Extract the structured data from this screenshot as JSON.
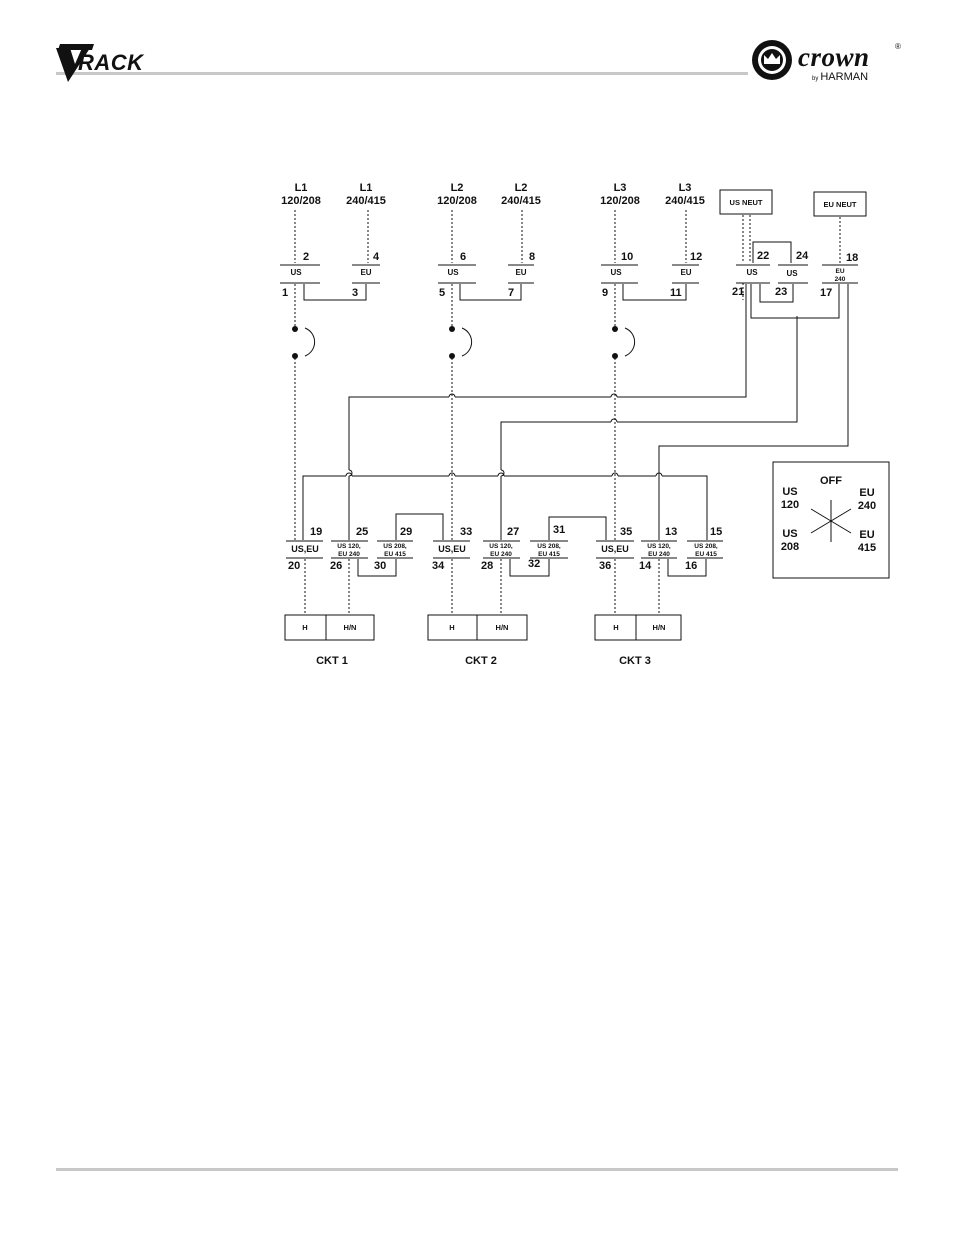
{
  "header": {
    "brand_prefix": "V",
    "brand_word": "RACK",
    "logo_text": "crown",
    "logo_suffix": "®",
    "logo_by": "by",
    "logo_company": "HARMAN"
  },
  "sources": [
    {
      "name": "L1",
      "voltage": "120/208"
    },
    {
      "name": "L1",
      "voltage": "240/415"
    },
    {
      "name": "L2",
      "voltage": "120/208"
    },
    {
      "name": "L2",
      "voltage": "240/415"
    },
    {
      "name": "L3",
      "voltage": "120/208"
    },
    {
      "name": "L3",
      "voltage": "240/415"
    }
  ],
  "neutrals": {
    "us": "US NEUT",
    "eu": "EU NEUT"
  },
  "top_switch": {
    "terminals": [
      "2",
      "4",
      "6",
      "8",
      "10",
      "12",
      "1",
      "3",
      "5",
      "7",
      "9",
      "11",
      "22",
      "24",
      "18",
      "21",
      "23",
      "17"
    ],
    "labels": {
      "us": "US",
      "eu": "EU",
      "eu240_line1": "EU",
      "eu240_line2": "240"
    }
  },
  "bottom_switch": {
    "terminals": [
      "19",
      "25",
      "29",
      "33",
      "27",
      "31",
      "35",
      "13",
      "15",
      "20",
      "26",
      "30",
      "34",
      "28",
      "32",
      "36",
      "14",
      "16"
    ],
    "labels": {
      "useu": "US,EU",
      "us120_line1": "US 120,",
      "us120_line2": "EU 240",
      "us208_line1": "US 208,",
      "us208_line2": "EU 415"
    }
  },
  "outlets": {
    "h": "H",
    "hn": "H/N"
  },
  "circuits": [
    "CKT 1",
    "CKT 2",
    "CKT 3"
  ],
  "selector": {
    "off": "OFF",
    "us120_line1": "US",
    "us120_line2": "120",
    "eu240_line1": "EU",
    "eu240_line2": "240",
    "us208_line1": "US",
    "us208_line2": "208",
    "eu415_line1": "EU",
    "eu415_line2": "415"
  }
}
